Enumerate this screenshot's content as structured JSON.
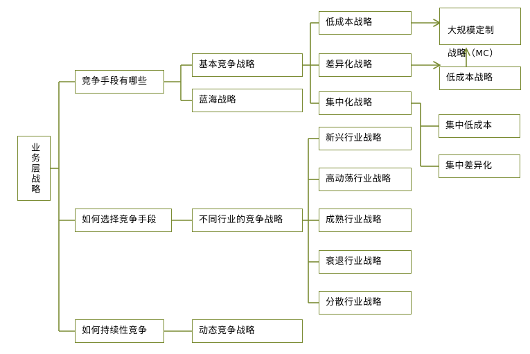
{
  "diagram": {
    "title": "业务层战略",
    "type": "tree",
    "theme": {
      "line_color": "#7a8b32",
      "box_border_color": "#7a8b32",
      "box_fill_color": "#ffffff",
      "text_color": "#000000",
      "background": "#ffffff"
    },
    "nodes": {
      "root": "业务层战略",
      "l2_a": "竞争手段有哪些",
      "l2_b": "如何选择竞争手段",
      "l2_c": "如何持续性竞争",
      "l3_a1": "基本竞争战略",
      "l3_a2": "蓝海战略",
      "l3_b1": "不同行业的竞争战略",
      "l3_c1": "动态竞争战略",
      "l4_1": "低成本战略",
      "l4_2": "差异化战略",
      "l4_3": "集中化战略",
      "ind_1": "新兴行业战略",
      "ind_2": "高动荡行业战略",
      "ind_3": "成熟行业战略",
      "ind_4": "衰退行业战略",
      "ind_5": "分散行业战略",
      "r_1_line1": "大规模定制",
      "r_1_line2_prefix": "战略（",
      "r_1_line2_tag": "MC",
      "r_1_line2_suffix": "）",
      "r_2": "低成本战略",
      "r_3": "集中低成本",
      "r_4": "集中差异化"
    }
  }
}
